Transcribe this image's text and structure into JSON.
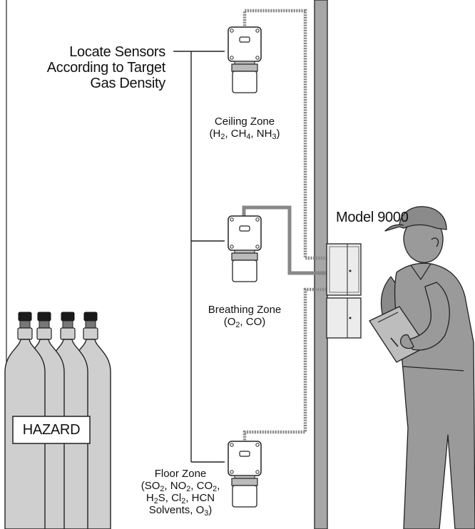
{
  "callout": {
    "lines": [
      "Locate Sensors",
      "According to Target",
      "Gas Density"
    ]
  },
  "model_label": "Model 9000",
  "hazard_label": "HAZARD",
  "zones": {
    "ceiling": {
      "title": "Ceiling Zone",
      "gases": [
        [
          "H",
          "2"
        ],
        [
          "CH",
          "4"
        ],
        [
          "NH",
          "3"
        ]
      ]
    },
    "breathing": {
      "title": "Breathing Zone",
      "gases": [
        [
          "O",
          "2"
        ],
        [
          "CO",
          ""
        ]
      ]
    },
    "floor": {
      "title": "Floor Zone",
      "gas_lines": [
        [
          [
            "SO",
            "2"
          ],
          [
            "NO",
            "2"
          ],
          [
            "CO",
            "2"
          ]
        ],
        [
          [
            "H",
            "2",
            "S"
          ],
          [
            "Cl",
            "2"
          ],
          [
            "HCN",
            ""
          ]
        ],
        [
          [
            "Solvents",
            ""
          ],
          [
            "O",
            "3"
          ]
        ]
      ]
    }
  },
  "colors": {
    "line": "#222222",
    "wall": "#a6a6a6",
    "wire": "#888888",
    "sensor": "#ffffff",
    "cylinder": "#cfcfcf",
    "person": "#9a9a9a",
    "panel": "#ececec"
  }
}
